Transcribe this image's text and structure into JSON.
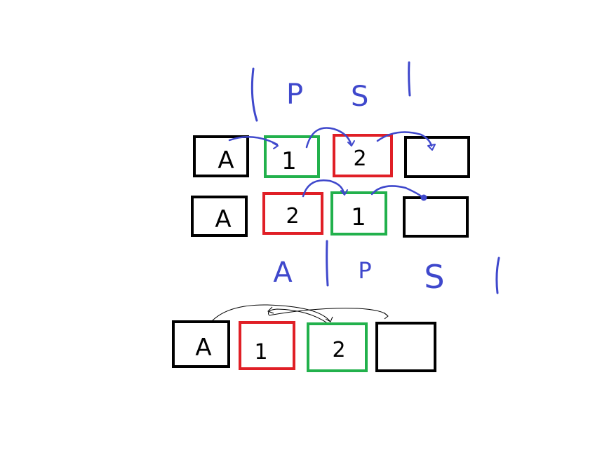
{
  "colors": {
    "background": "#ffffff",
    "black": "#000000",
    "red": "#e01f26",
    "green": "#22b14c",
    "ink_blue": "#3f48cc",
    "pencil": "#000000"
  },
  "row1": {
    "boxes": [
      {
        "label": "A",
        "color": "black"
      },
      {
        "label": "1",
        "color": "green"
      },
      {
        "label": "2",
        "color": "red"
      },
      {
        "label": "",
        "color": "black"
      }
    ],
    "marks": [
      "P",
      "S"
    ]
  },
  "row2": {
    "boxes": [
      {
        "label": "A",
        "color": "black"
      },
      {
        "label": "2",
        "color": "red"
      },
      {
        "label": "1",
        "color": "green"
      },
      {
        "label": "",
        "color": "black"
      }
    ],
    "marks": [
      "A",
      "P",
      "S"
    ]
  },
  "row3": {
    "boxes": [
      {
        "label": "A",
        "color": "black"
      },
      {
        "label": "1",
        "color": "red"
      },
      {
        "label": "2",
        "color": "green"
      },
      {
        "label": "",
        "color": "black"
      }
    ]
  }
}
